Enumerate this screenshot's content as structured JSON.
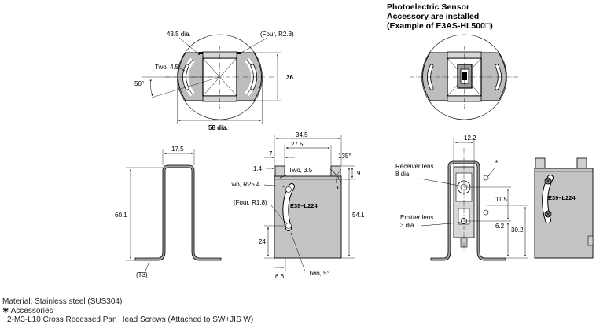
{
  "title": {
    "line1": "Photoelectric Sensor",
    "line2": "Accessory are installed",
    "line3": "(Example of E3AS-HL500□)"
  },
  "top_view": {
    "dim_43_5": "43.5 dia.",
    "dim_four_r2_3": "(Four, R2.3)",
    "dim_two_4_5": "Two, 4.5",
    "dim_50deg": "50°",
    "dim_36": "36",
    "dim_58": "58 dia."
  },
  "side_view": {
    "dim_17_5": "17.5",
    "dim_60_1": "60.1",
    "dim_t3": "(T3)"
  },
  "front_view": {
    "dim_34_5": "34.5",
    "dim_27_5": "27.5",
    "dim_7": "7",
    "dim_135deg": "135°",
    "dim_1_4": "1.4",
    "dim_two_3_5": "Two, 3.5",
    "dim_9": "9",
    "dim_r25_4": "Two, R25.4",
    "dim_four_r1_8": "(Four, R1.8)",
    "dim_54_1": "54.1",
    "dim_24": "24",
    "dim_6_6": "6.6",
    "dim_two_5deg": "Two, 5°",
    "label": "E39–L224"
  },
  "installed_view": {
    "dim_12_2": "12.2",
    "receiver_line1": "Receiver lens",
    "receiver_line2": "8 dia.",
    "asterisk": "*",
    "dim_11_5": "11.5",
    "emitter_line1": "Emitter lens",
    "emitter_line2": "3 dia.",
    "dim_6_2": "6.2",
    "dim_30_2": "30.2",
    "label": "E39–L224"
  },
  "notes": {
    "material": "Material: Stainless steel (SUS304)",
    "accessories": "✱ Accessories",
    "screws": "2-M3-L10 Cross Recessed Pan Head Screws (Attached to SW+JIS W)"
  }
}
